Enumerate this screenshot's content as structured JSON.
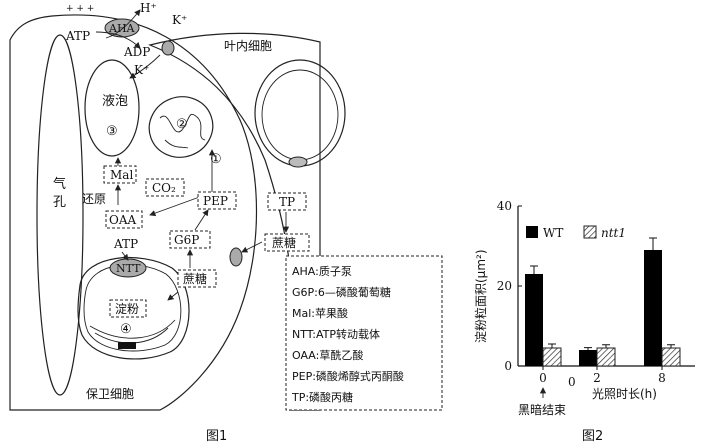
{
  "figure1": {
    "caption": "图1",
    "ion_h": "H⁺",
    "ion_k_top": "K⁺",
    "ion_k_vac": "K⁺",
    "plus_signs": "+ + +",
    "aha": "AHA",
    "atp_top": "ATP",
    "adp": "ADP",
    "mesophyll_cell": "叶内细胞",
    "vacuole_text": "液泡",
    "vacuole_num": "③",
    "mito_num": "②",
    "path_num": "①",
    "stoma_text": "气孔",
    "mal": "Mal",
    "co2": "CO₂",
    "reduction": "还原",
    "oaa": "OAA",
    "pep": "PEP",
    "g6p": "G6P",
    "atp_ntt": "ATP",
    "ntt": "NTT",
    "starch": "淀粉",
    "chloro_num": "④",
    "sucrose_inner": "蔗糖",
    "sucrose_outer": "蔗糖",
    "tp": "TP",
    "guard_cell": "保卫细胞",
    "legend": [
      "AHA:质子泵",
      "G6P:6—磷酸葡萄糖",
      "Mal:苹果酸",
      "NTT:ATP转动载体",
      "OAA:草酰乙酸",
      "PEP:磷酸烯醇式丙酮酸",
      "TP:磷酸丙糖"
    ]
  },
  "figure2": {
    "caption": "图2",
    "dark_end": "黑暗结束",
    "zero_extra": "0"
  },
  "chart_data": {
    "type": "bar",
    "categories": [
      "0",
      "2",
      "8"
    ],
    "series": [
      {
        "name": "WT",
        "values": [
          23,
          4,
          29
        ],
        "errors": [
          2,
          0.6,
          3
        ],
        "color": "#000000"
      },
      {
        "name": "ntt1",
        "values": [
          4.5,
          4.5,
          4.5
        ],
        "errors": [
          1,
          0.8,
          0.8
        ],
        "pattern": "hatched"
      }
    ],
    "xlabel": "光照时长(h)",
    "ylabel": "淀粉粒面积(μm²)",
    "ylim": [
      0,
      40
    ],
    "yticks": [
      "0",
      "20",
      "40"
    ],
    "legend_position": "top"
  }
}
